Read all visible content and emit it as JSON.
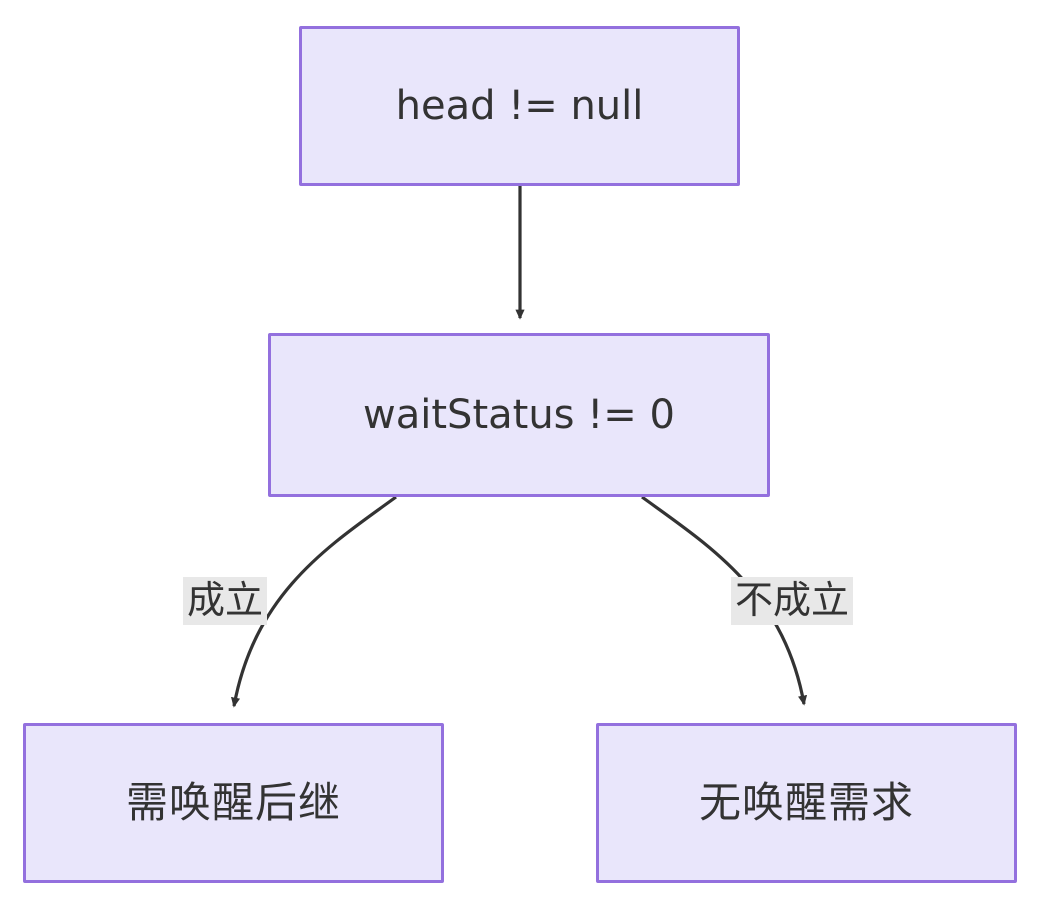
{
  "diagram": {
    "type": "flowchart",
    "direction": "top-down",
    "background_color": "#ffffff",
    "node_fill_color": "#e9e6fb",
    "node_border_color": "#9370de",
    "node_text_color": "#333333",
    "edge_color": "#333333",
    "edge_label_background_color": "#e8e8e8",
    "nodes": [
      {
        "id": "head",
        "label": "head != null",
        "shape": "rectangle"
      },
      {
        "id": "waitstatus",
        "label": "waitStatus != 0",
        "shape": "rectangle"
      },
      {
        "id": "wake",
        "label": "需唤醒后继",
        "shape": "rectangle"
      },
      {
        "id": "nowake",
        "label": "无唤醒需求",
        "shape": "rectangle"
      }
    ],
    "edges": [
      {
        "from": "head",
        "to": "waitstatus",
        "label": "",
        "style": "straight",
        "arrow": "filled-triangle"
      },
      {
        "from": "waitstatus",
        "to": "wake",
        "label": "成立",
        "style": "curved",
        "arrow": "filled-triangle"
      },
      {
        "from": "waitstatus",
        "to": "nowake",
        "label": "不成立",
        "style": "curved",
        "arrow": "filled-triangle"
      }
    ]
  }
}
